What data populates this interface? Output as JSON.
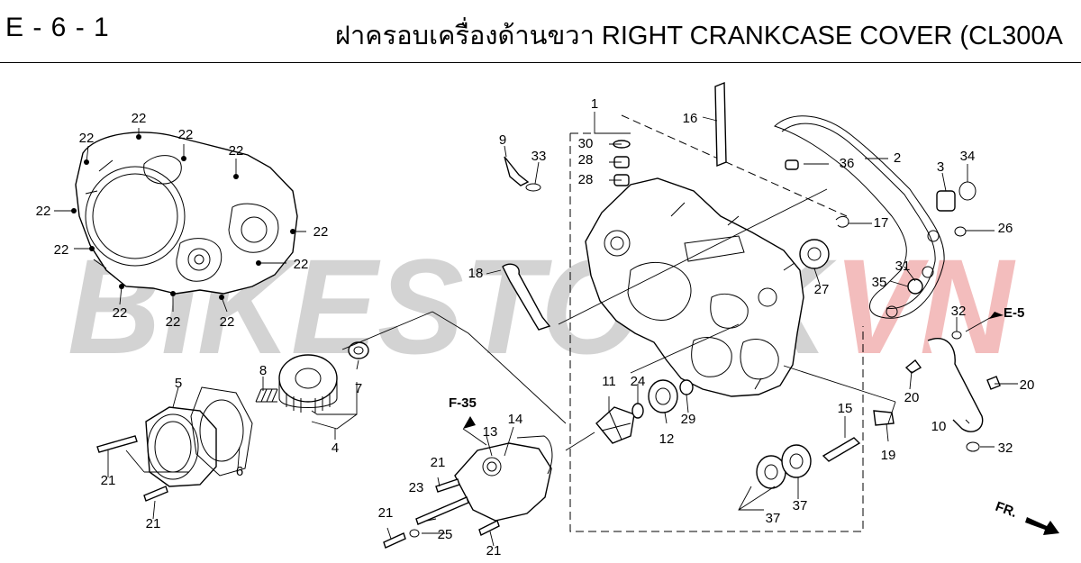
{
  "header": {
    "section_code": "E - 6 - 1",
    "title": "ฝาครอบเครื่องด้านขวา  RIGHT CRANKCASE COVER (CL300A"
  },
  "watermark": {
    "text_gray": "BIKESTOCK",
    "text_red": "VN"
  },
  "references": {
    "e5": "E-5",
    "f35": "F-35",
    "front": "FR."
  },
  "callouts": [
    {
      "id": "c22a",
      "label": "22"
    },
    {
      "id": "c22b",
      "label": "22"
    },
    {
      "id": "c22c",
      "label": "22"
    },
    {
      "id": "c22d",
      "label": "22"
    },
    {
      "id": "c22e",
      "label": "22"
    },
    {
      "id": "c22f",
      "label": "22"
    },
    {
      "id": "c22g",
      "label": "22"
    },
    {
      "id": "c22h",
      "label": "22"
    },
    {
      "id": "c22i",
      "label": "22"
    },
    {
      "id": "c22j",
      "label": "22"
    },
    {
      "id": "c22k",
      "label": "22"
    },
    {
      "id": "c1",
      "label": "1"
    },
    {
      "id": "c2",
      "label": "2"
    },
    {
      "id": "c3",
      "label": "3"
    },
    {
      "id": "c4",
      "label": "4"
    },
    {
      "id": "c5",
      "label": "5"
    },
    {
      "id": "c6",
      "label": "6"
    },
    {
      "id": "c7",
      "label": "7"
    },
    {
      "id": "c8",
      "label": "8"
    },
    {
      "id": "c9",
      "label": "9"
    },
    {
      "id": "c10",
      "label": "10"
    },
    {
      "id": "c11",
      "label": "11"
    },
    {
      "id": "c12",
      "label": "12"
    },
    {
      "id": "c13",
      "label": "13"
    },
    {
      "id": "c14",
      "label": "14"
    },
    {
      "id": "c15",
      "label": "15"
    },
    {
      "id": "c16",
      "label": "16"
    },
    {
      "id": "c17",
      "label": "17"
    },
    {
      "id": "c18",
      "label": "18"
    },
    {
      "id": "c19",
      "label": "19"
    },
    {
      "id": "c20a",
      "label": "20"
    },
    {
      "id": "c20b",
      "label": "20"
    },
    {
      "id": "c21a",
      "label": "21"
    },
    {
      "id": "c21b",
      "label": "21"
    },
    {
      "id": "c21c",
      "label": "21"
    },
    {
      "id": "c21d",
      "label": "21"
    },
    {
      "id": "c21e",
      "label": "21"
    },
    {
      "id": "c23",
      "label": "23"
    },
    {
      "id": "c24",
      "label": "24"
    },
    {
      "id": "c25",
      "label": "25"
    },
    {
      "id": "c26",
      "label": "26"
    },
    {
      "id": "c27",
      "label": "27"
    },
    {
      "id": "c28a",
      "label": "28"
    },
    {
      "id": "c28b",
      "label": "28"
    },
    {
      "id": "c29",
      "label": "29"
    },
    {
      "id": "c30",
      "label": "30"
    },
    {
      "id": "c31",
      "label": "31"
    },
    {
      "id": "c32a",
      "label": "32"
    },
    {
      "id": "c32b",
      "label": "32"
    },
    {
      "id": "c33",
      "label": "33"
    },
    {
      "id": "c34",
      "label": "34"
    },
    {
      "id": "c35",
      "label": "35"
    },
    {
      "id": "c36",
      "label": "36"
    },
    {
      "id": "c37a",
      "label": "37"
    },
    {
      "id": "c37b",
      "label": "37"
    }
  ]
}
